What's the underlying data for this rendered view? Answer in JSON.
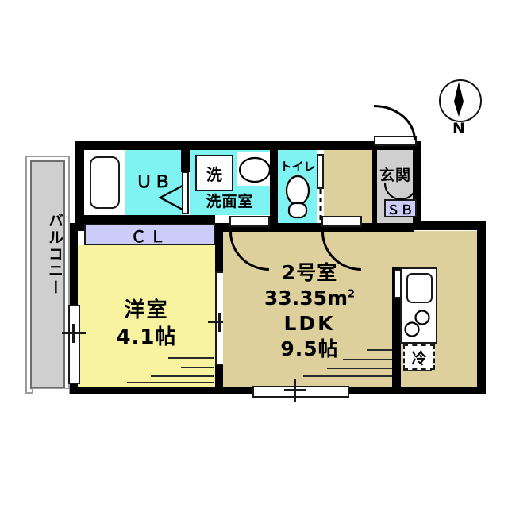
{
  "plan": {
    "title": "2号室",
    "area": "33.35m",
    "area_sup": "2",
    "unit_type": "LDK",
    "ldk_size": "9.5帖"
  },
  "compass": {
    "label": "N",
    "icon": "north-arrow-icon"
  },
  "rooms": {
    "balcony": {
      "label": "バルコニー",
      "color": "#cfcfcf"
    },
    "bedroom": {
      "name": "洋室",
      "size": "4.1帖",
      "color": "#f7f3a0"
    },
    "closet": {
      "label": "ＣＬ",
      "color": "#ccccfa"
    },
    "unit_bath": {
      "label": "ＵＢ",
      "color": "#7ff2f2"
    },
    "washroom": {
      "label": "洗面室",
      "color": "#7ff2f2"
    },
    "washer": {
      "label": "洗"
    },
    "toilet": {
      "label": "トイレ",
      "color": "#7ff2f2"
    },
    "entrance": {
      "label": "玄関",
      "color": "#cfcfcf"
    },
    "shoebox": {
      "label": "ＳＢ",
      "color": "#ccccfa"
    },
    "ldk": {
      "color": "#ded09c"
    },
    "hall": {
      "color": "#ded09c"
    }
  },
  "fixtures": {
    "bathtub": "bathtub-icon",
    "sink_basin": "washbasin-icon",
    "toilet_bowl": "toilet-icon",
    "kitchen_sink": "kitchen-sink-icon",
    "stove": "gas-burner-icon",
    "fridge": {
      "label": "冷",
      "name": "refrigerator-icon"
    }
  },
  "colors": {
    "wall": "#000000",
    "cyan": "#7ff2f2",
    "beige": "#ded09c",
    "yellow": "#f7f3a0",
    "purple": "#ccccfa",
    "gray": "#cfcfcf",
    "background": "#ffffff"
  }
}
